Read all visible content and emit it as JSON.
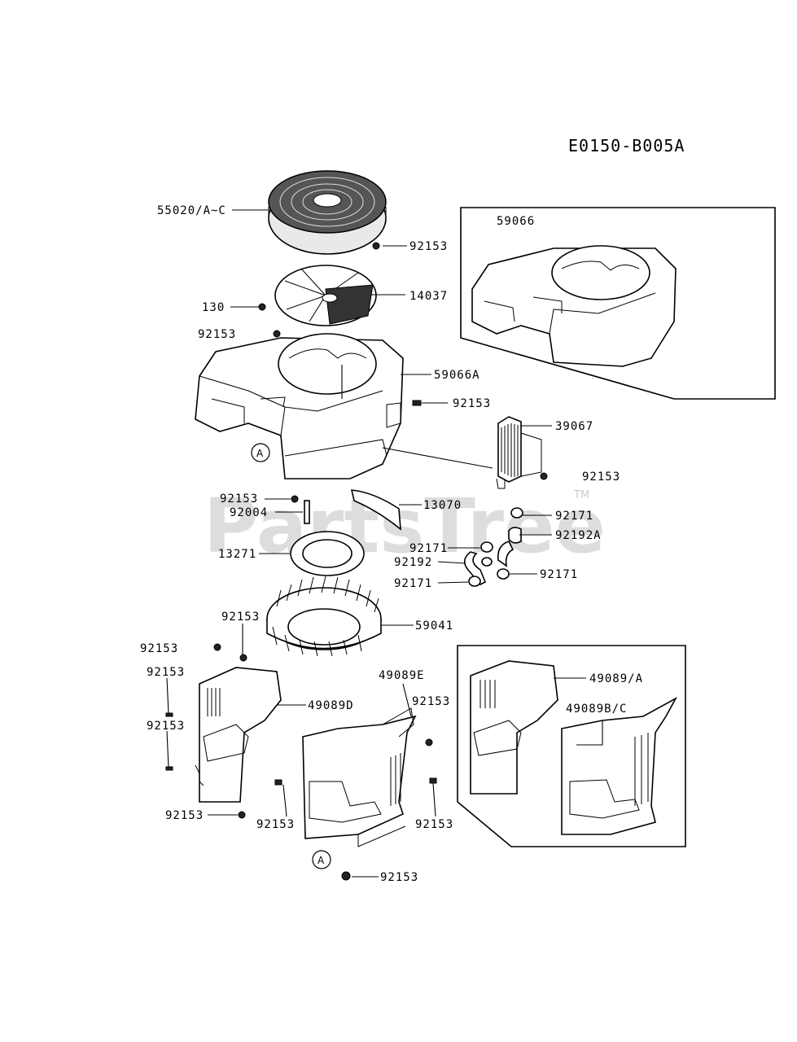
{
  "diagram_code": "E0150-B005A",
  "watermark": {
    "text": "PartsTree",
    "tm": "TM"
  },
  "labels": {
    "p55020": "55020/A~C",
    "p92153_a": "92153",
    "p14037": "14037",
    "p130": "130",
    "p92153_b": "92153",
    "p59066A": "59066A",
    "p92153_c": "92153",
    "p39067": "39067",
    "p92153_d": "92153",
    "p92153_e": "92153",
    "p92004": "92004",
    "p13070": "13070",
    "p92171_a": "92171",
    "p92192A": "92192A",
    "p13271": "13271",
    "p92171_b": "92171",
    "p92192": "92192",
    "p92171_c": "92171",
    "p92171_d": "92171",
    "p92153_f": "92153",
    "p59041": "59041",
    "p92153_g": "92153",
    "p92153_h": "92153",
    "p49089E": "49089E",
    "p92153_i": "92153",
    "p49089D": "49089D",
    "p92153_j": "92153",
    "p92153_k": "92153",
    "p92153_l": "92153",
    "p92153_m": "92153",
    "p92153_n": "92153",
    "inset1_59066": "59066",
    "inset2_49089A": "49089/A",
    "inset2_49089BC": "49089B/C",
    "ref_a1": "A",
    "ref_a2": "A"
  }
}
